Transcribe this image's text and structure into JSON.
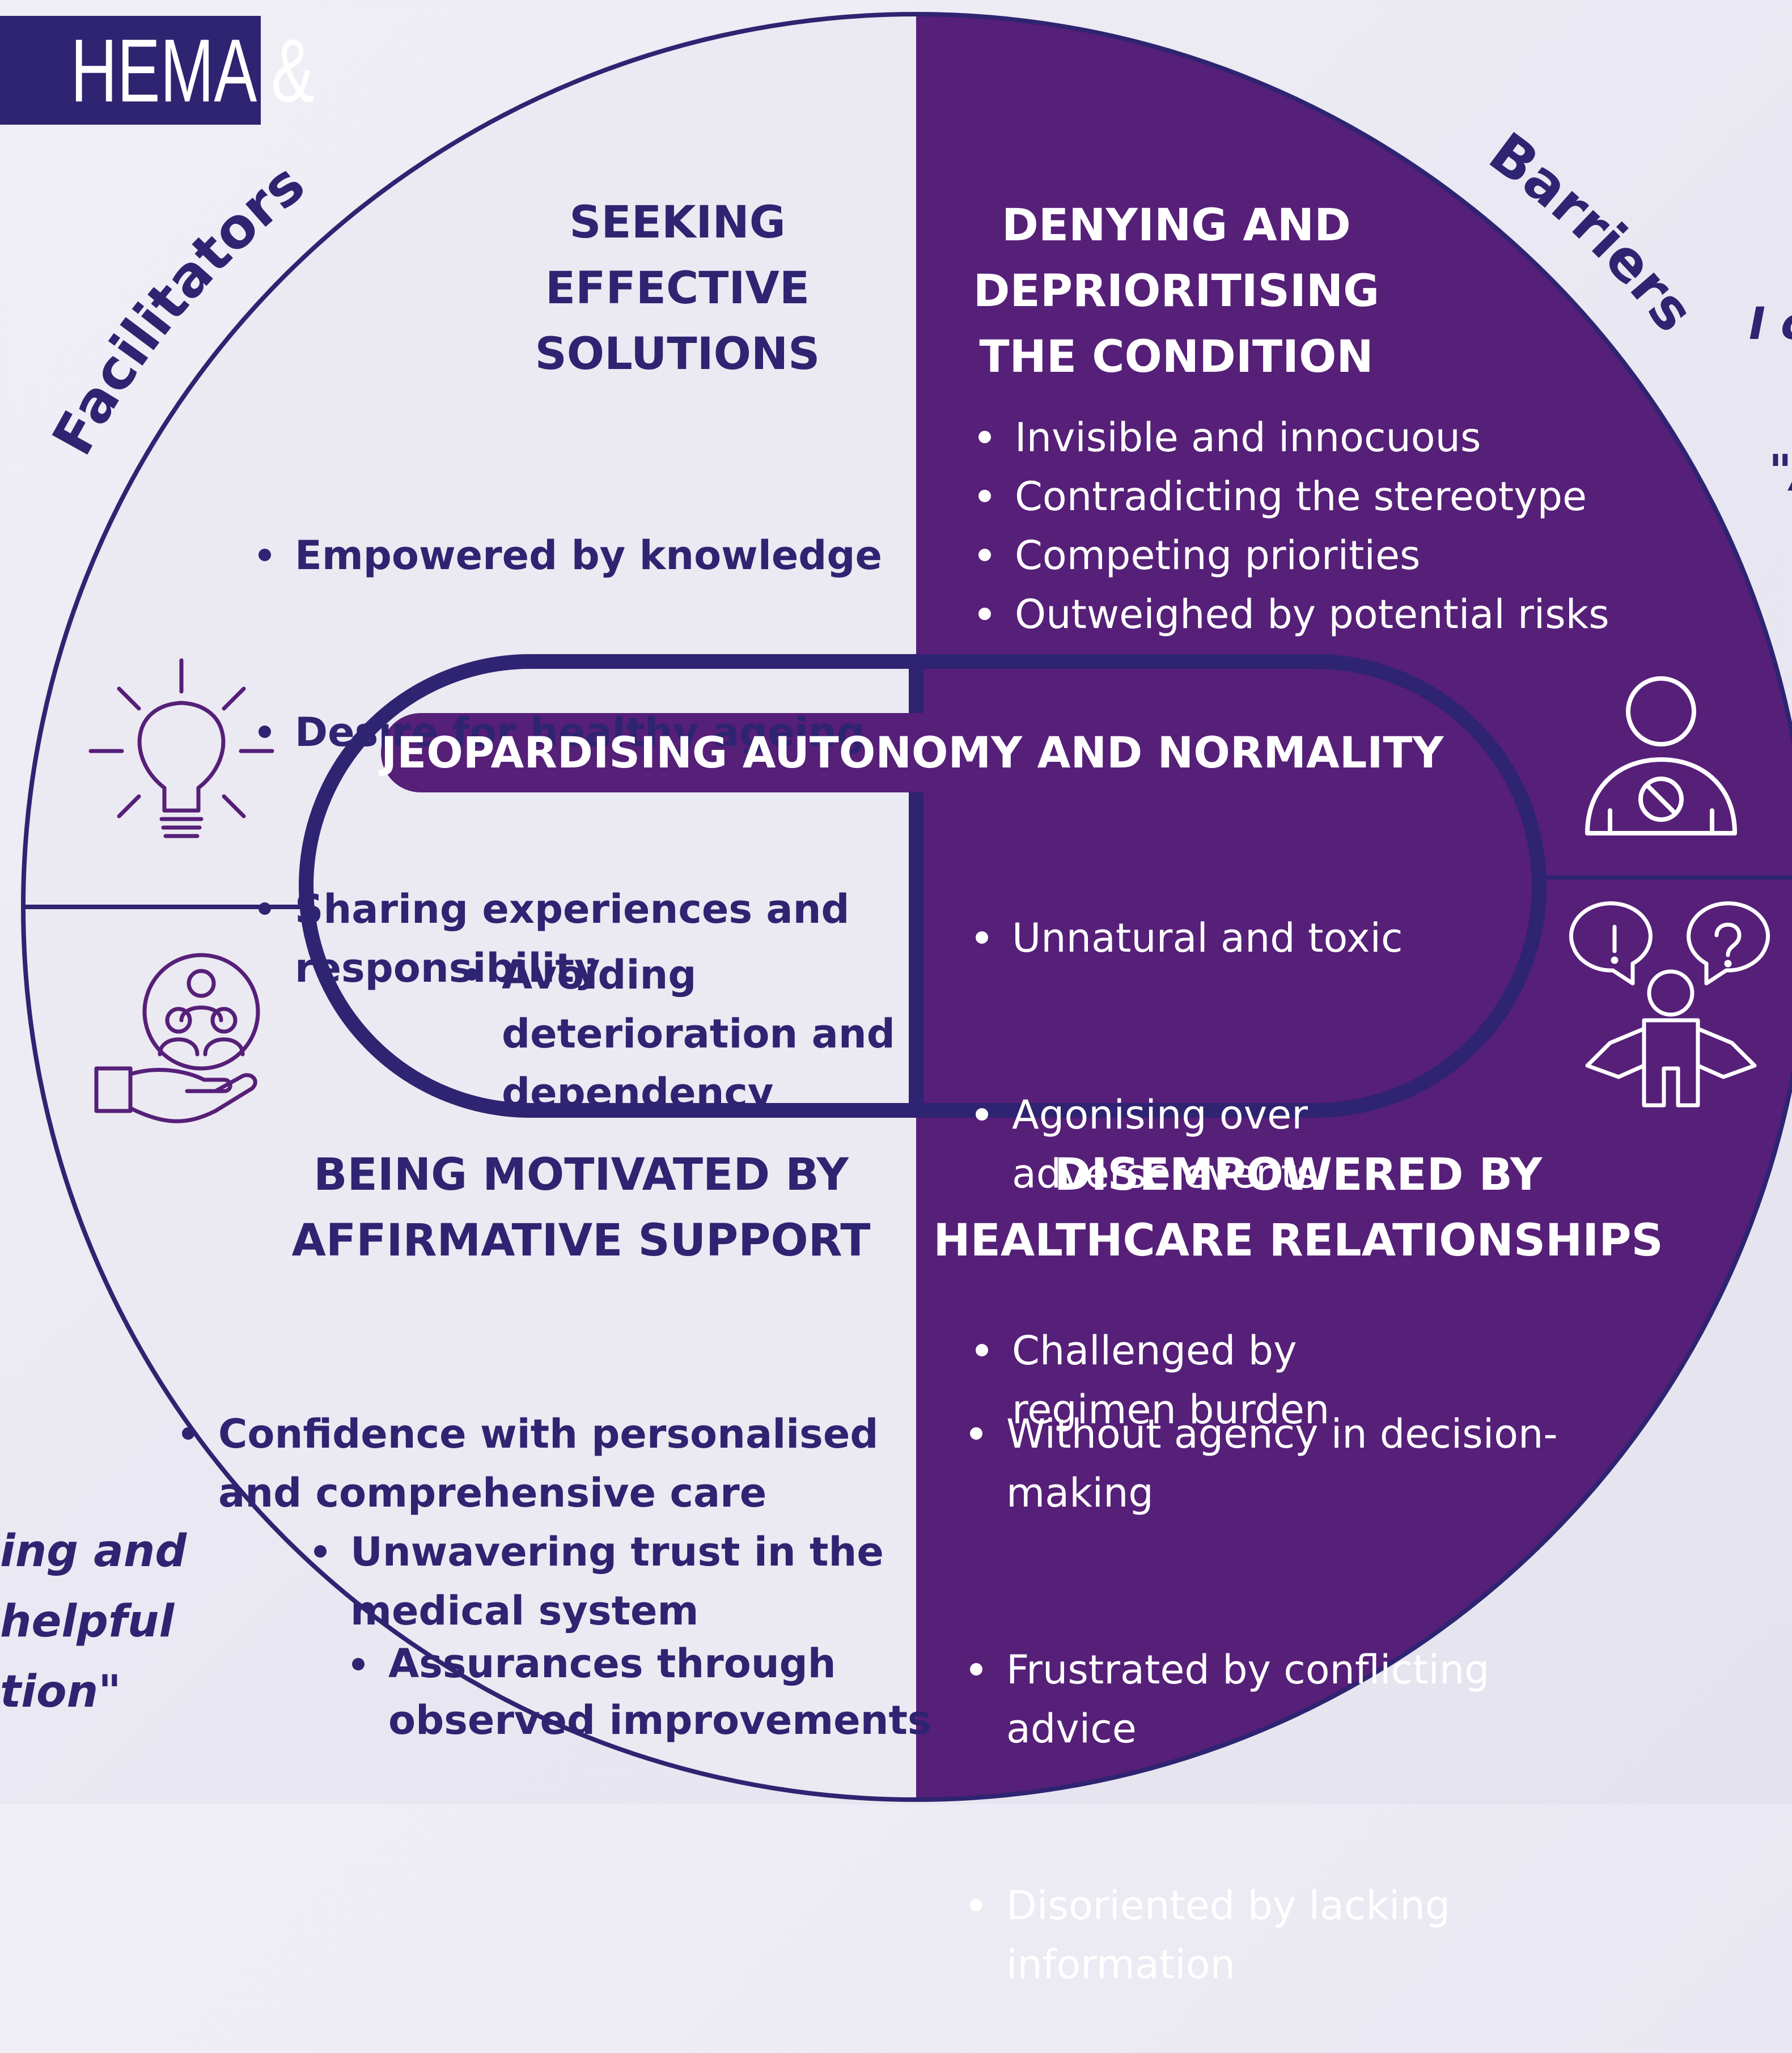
{
  "banner": {
    "text": "HEMA &"
  },
  "arc_labels": {
    "facilitators": "Facilitators",
    "barriers": "Barriers"
  },
  "quadrants": {
    "top_left": {
      "heading": [
        "SEEKING",
        "EFFECTIVE",
        "SOLUTIONS"
      ],
      "items": [
        "Empowered by knowledge",
        "Desire for healthy ageing",
        "Sharing experiences and\nresponsibility"
      ]
    },
    "top_right": {
      "heading": [
        "DENYING AND",
        "DEPRIORITISING",
        "THE CONDITION"
      ],
      "items": [
        "Invisible and innocuous",
        "Contradicting the stereotype",
        "Competing priorities",
        "Outweighed by potential risks"
      ]
    },
    "bottom_left": {
      "heading": [
        "BEING MOTIVATED BY",
        "AFFIRMATIVE SUPPORT"
      ],
      "item1": "Confidence with personalised\nand comprehensive care",
      "item2": "Unwavering trust in the\nmedical system",
      "item3": "Assurances through\nobserved improvements"
    },
    "bottom_right": {
      "heading": [
        "DISEMPOWERED BY",
        "HEALTHCARE RELATIONSHIPS"
      ],
      "items": [
        "Without agency in decision-\nmaking",
        "Frustrated by conflicting\nadvice",
        "Disoriented by lacking\ninformation"
      ]
    }
  },
  "center": {
    "title": "JEOPARDISING AUTONOMY AND NORMALITY",
    "left_items": [
      "Avoiding\ndeterioration and\ndependency"
    ],
    "right_items": [
      "Unnatural and toxic",
      "Agonising over\nadverse events",
      "Challenged by\nregimen burden"
    ]
  },
  "edge_quotes": {
    "right_top": "I c",
    "right_mid": "\"/",
    "left_bottom": [
      "ing and",
      "helpful",
      "tion\""
    ]
  },
  "icons": {
    "top_left": "lightbulb-icon",
    "bottom_left": "hand-with-group-icon",
    "top_right": "person-with-prohibited-sign-icon",
    "bottom_right": "confused-person-with-speech-bubbles-icon"
  },
  "colors": {
    "navy": "#2e2471",
    "purple": "#561f78",
    "light_bg": "#ebe9f2",
    "white": "#ffffff"
  }
}
